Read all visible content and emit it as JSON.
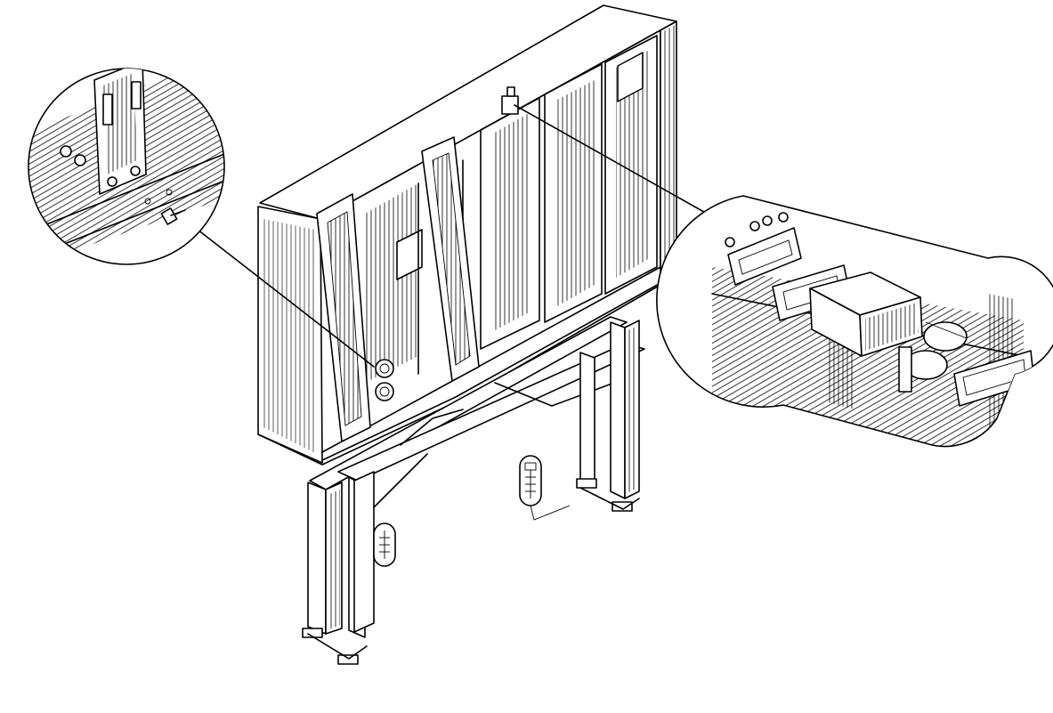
{
  "drawing": {
    "subject": "cabinet-on-stand-assembly",
    "colors": {
      "ink": "#000000",
      "paper": "#ffffff"
    },
    "callouts": [
      {
        "id": "left-detail",
        "icon": "bracket-screw-detail"
      },
      {
        "id": "right-detail",
        "icon": "mounting-handle-detail"
      }
    ]
  }
}
